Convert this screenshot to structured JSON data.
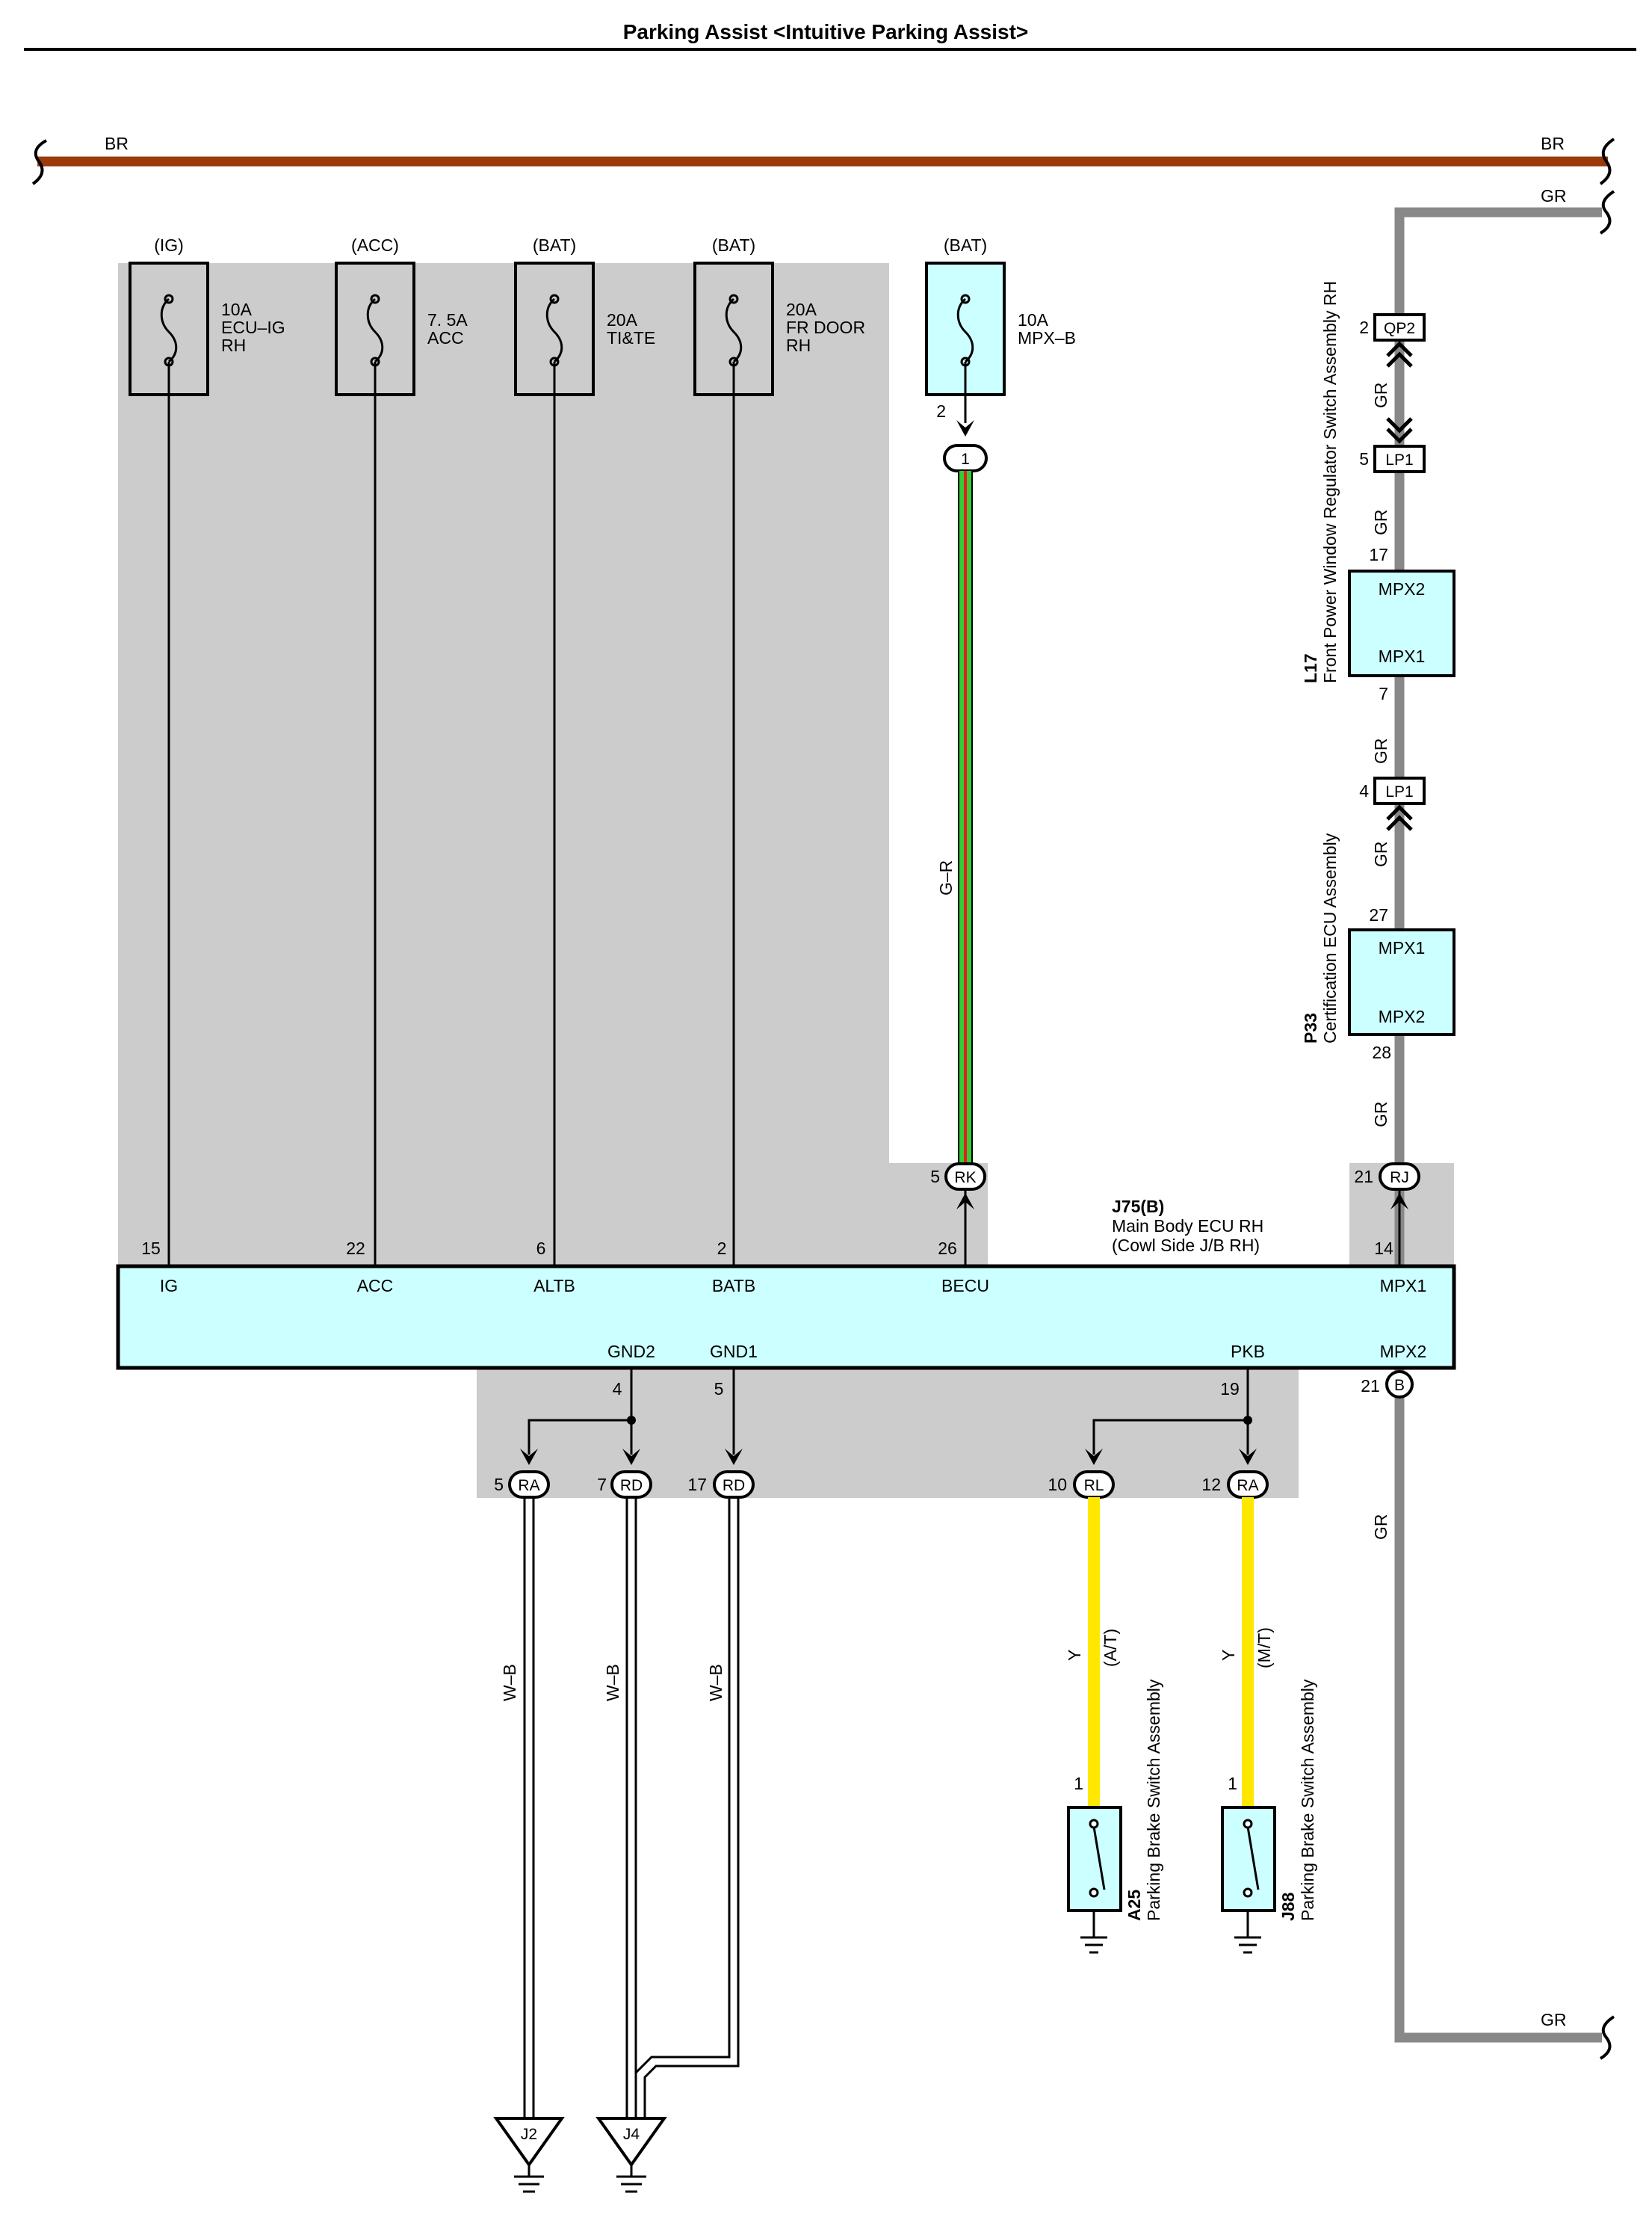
{
  "title": "Parking Assist <Intuitive Parking Assist>",
  "colors": {
    "BR": "#9b3a0a",
    "GR": "#888888",
    "G": "#33cc33",
    "R": "#e02020",
    "Y": "#ffe800",
    "shade": "#cccccc",
    "box": "#ccffff"
  },
  "bus": {
    "left_label": "BR",
    "right_label": "BR",
    "gr_top": "GR",
    "gr_bottom": "GR"
  },
  "fuses": [
    {
      "supply": "(IG)",
      "amp": "10A",
      "name": "ECU–IG",
      "extra": "RH"
    },
    {
      "supply": "(ACC)",
      "amp": "7. 5A",
      "name": "ACC",
      "extra": ""
    },
    {
      "supply": "(BAT)",
      "amp": "20A",
      "name": "TI&TE",
      "extra": ""
    },
    {
      "supply": "(BAT)",
      "amp": "20A",
      "name": "FR DOOR",
      "extra": "RH"
    },
    {
      "supply": "(BAT)",
      "amp": "10A",
      "name": "MPX–B",
      "extra": ""
    }
  ],
  "ecu": {
    "id": "J75(B)",
    "name": "Main Body ECU RH",
    "sub": "(Cowl Side J/B RH)",
    "top_pins": [
      {
        "num": "15",
        "label": "IG"
      },
      {
        "num": "22",
        "label": "ACC"
      },
      {
        "num": "6",
        "label": "ALTB"
      },
      {
        "num": "2",
        "label": "BATB"
      },
      {
        "num": "26",
        "label": "BECU"
      },
      {
        "num": "14",
        "label": "MPX1"
      }
    ],
    "bottom_pins": [
      {
        "num": "4",
        "label": "GND2"
      },
      {
        "num": "5",
        "label": "GND1"
      },
      {
        "num": "19",
        "label": "PKB"
      },
      {
        "num": "21",
        "label": "MPX2"
      }
    ]
  },
  "mpxb_wire": {
    "pin_top": "2",
    "conn1": "1",
    "wire": "G–R",
    "pin_rk": "5",
    "conn_rk": "RK"
  },
  "right_chain": {
    "qp2_pin": "2",
    "qp2": "QP2",
    "lp1a_pin": "5",
    "lp1a": "LP1",
    "l17_top_pin": "17",
    "l17_bottom_pin": "7",
    "l17_labels": [
      "MPX2",
      "MPX1"
    ],
    "l17_id": "L17",
    "l17_name": "Front Power Window Regulator Switch Assembly RH",
    "lp1b_pin": "4",
    "lp1b": "LP1",
    "p33_top_pin": "27",
    "p33_bottom_pin": "28",
    "p33_labels": [
      "MPX1",
      "MPX2"
    ],
    "p33_id": "P33",
    "p33_name": "Certification ECU Assembly",
    "rj_pin": "21",
    "rj": "RJ",
    "b_pin": "21",
    "b": "B",
    "wire": "GR"
  },
  "ground_conns": [
    {
      "pin": "5",
      "conn": "RA"
    },
    {
      "pin": "7",
      "conn": "RD"
    },
    {
      "pin": "17",
      "conn": "RD"
    }
  ],
  "pkb_conns": [
    {
      "pin": "10",
      "conn": "RL"
    },
    {
      "pin": "12",
      "conn": "RA"
    }
  ],
  "ground_wires": [
    "W–B",
    "W–B",
    "W–B"
  ],
  "grounds": [
    "J2",
    "J4"
  ],
  "brake_switches": [
    {
      "wire": "Y",
      "variant": "(A/T)",
      "pin": "1",
      "id": "A25",
      "name": "Parking Brake Switch Assembly"
    },
    {
      "wire": "Y",
      "variant": "(M/T)",
      "pin": "1",
      "id": "J88",
      "name": "Parking Brake Switch Assembly"
    }
  ]
}
